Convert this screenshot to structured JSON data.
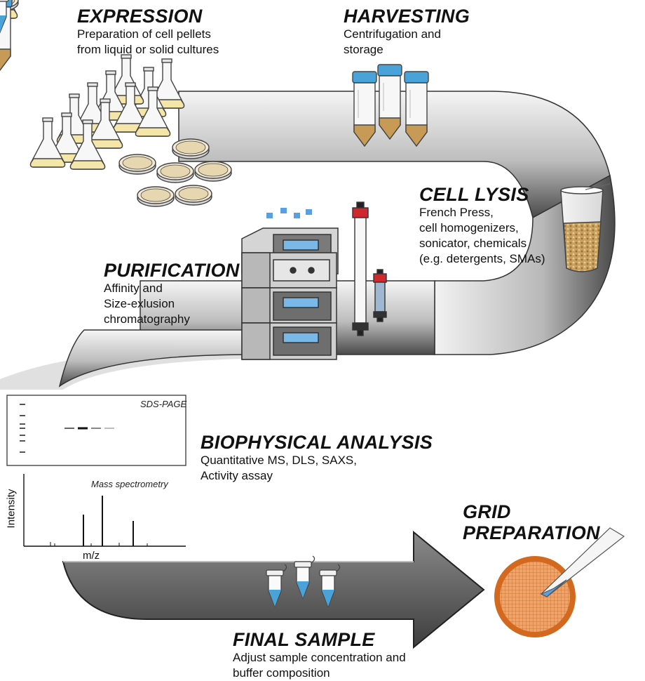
{
  "stages": {
    "expression": {
      "title": "EXPRESSION",
      "desc": [
        "Preparation of cell pellets",
        "from liquid or solid cultures"
      ]
    },
    "harvesting": {
      "title": "HARVESTING",
      "desc": [
        "Centrifugation and",
        "storage"
      ]
    },
    "cell_lysis": {
      "title": "CELL LYSIS",
      "desc": [
        "French Press,",
        "cell homogenizers,",
        "sonicator, chemicals",
        "(e.g. detergents, SMAs)"
      ]
    },
    "purification": {
      "title": "PURIFICATION",
      "desc": [
        "Affinity and",
        "Size-exlusion",
        "chromatography"
      ]
    },
    "biophysical_analysis": {
      "title": "BIOPHYSICAL ANALYSIS",
      "desc": [
        "Quantitative MS, DLS, SAXS,",
        "Activity assay"
      ]
    },
    "grid_preparation": {
      "title": "GRID PREPARATION"
    },
    "final_sample": {
      "title": "FINAL SAMPLE",
      "desc": [
        "Adjust sample concentration and",
        "buffer composition"
      ]
    }
  },
  "sds_page": {
    "label": "SDS-PAGE"
  },
  "mass_spec": {
    "label": "Mass spectrometry",
    "ylabel": "Intensity",
    "xlabel": "m/z"
  },
  "colors": {
    "path_dark": "#555555",
    "path_light": "#f4f4f4",
    "tube_cap": "#4aa3d8",
    "pellet": "#c79a55",
    "column_cap": "#d0282f",
    "grid_rim": "#d2691e",
    "instrument_screen": "#7ab8e8"
  }
}
